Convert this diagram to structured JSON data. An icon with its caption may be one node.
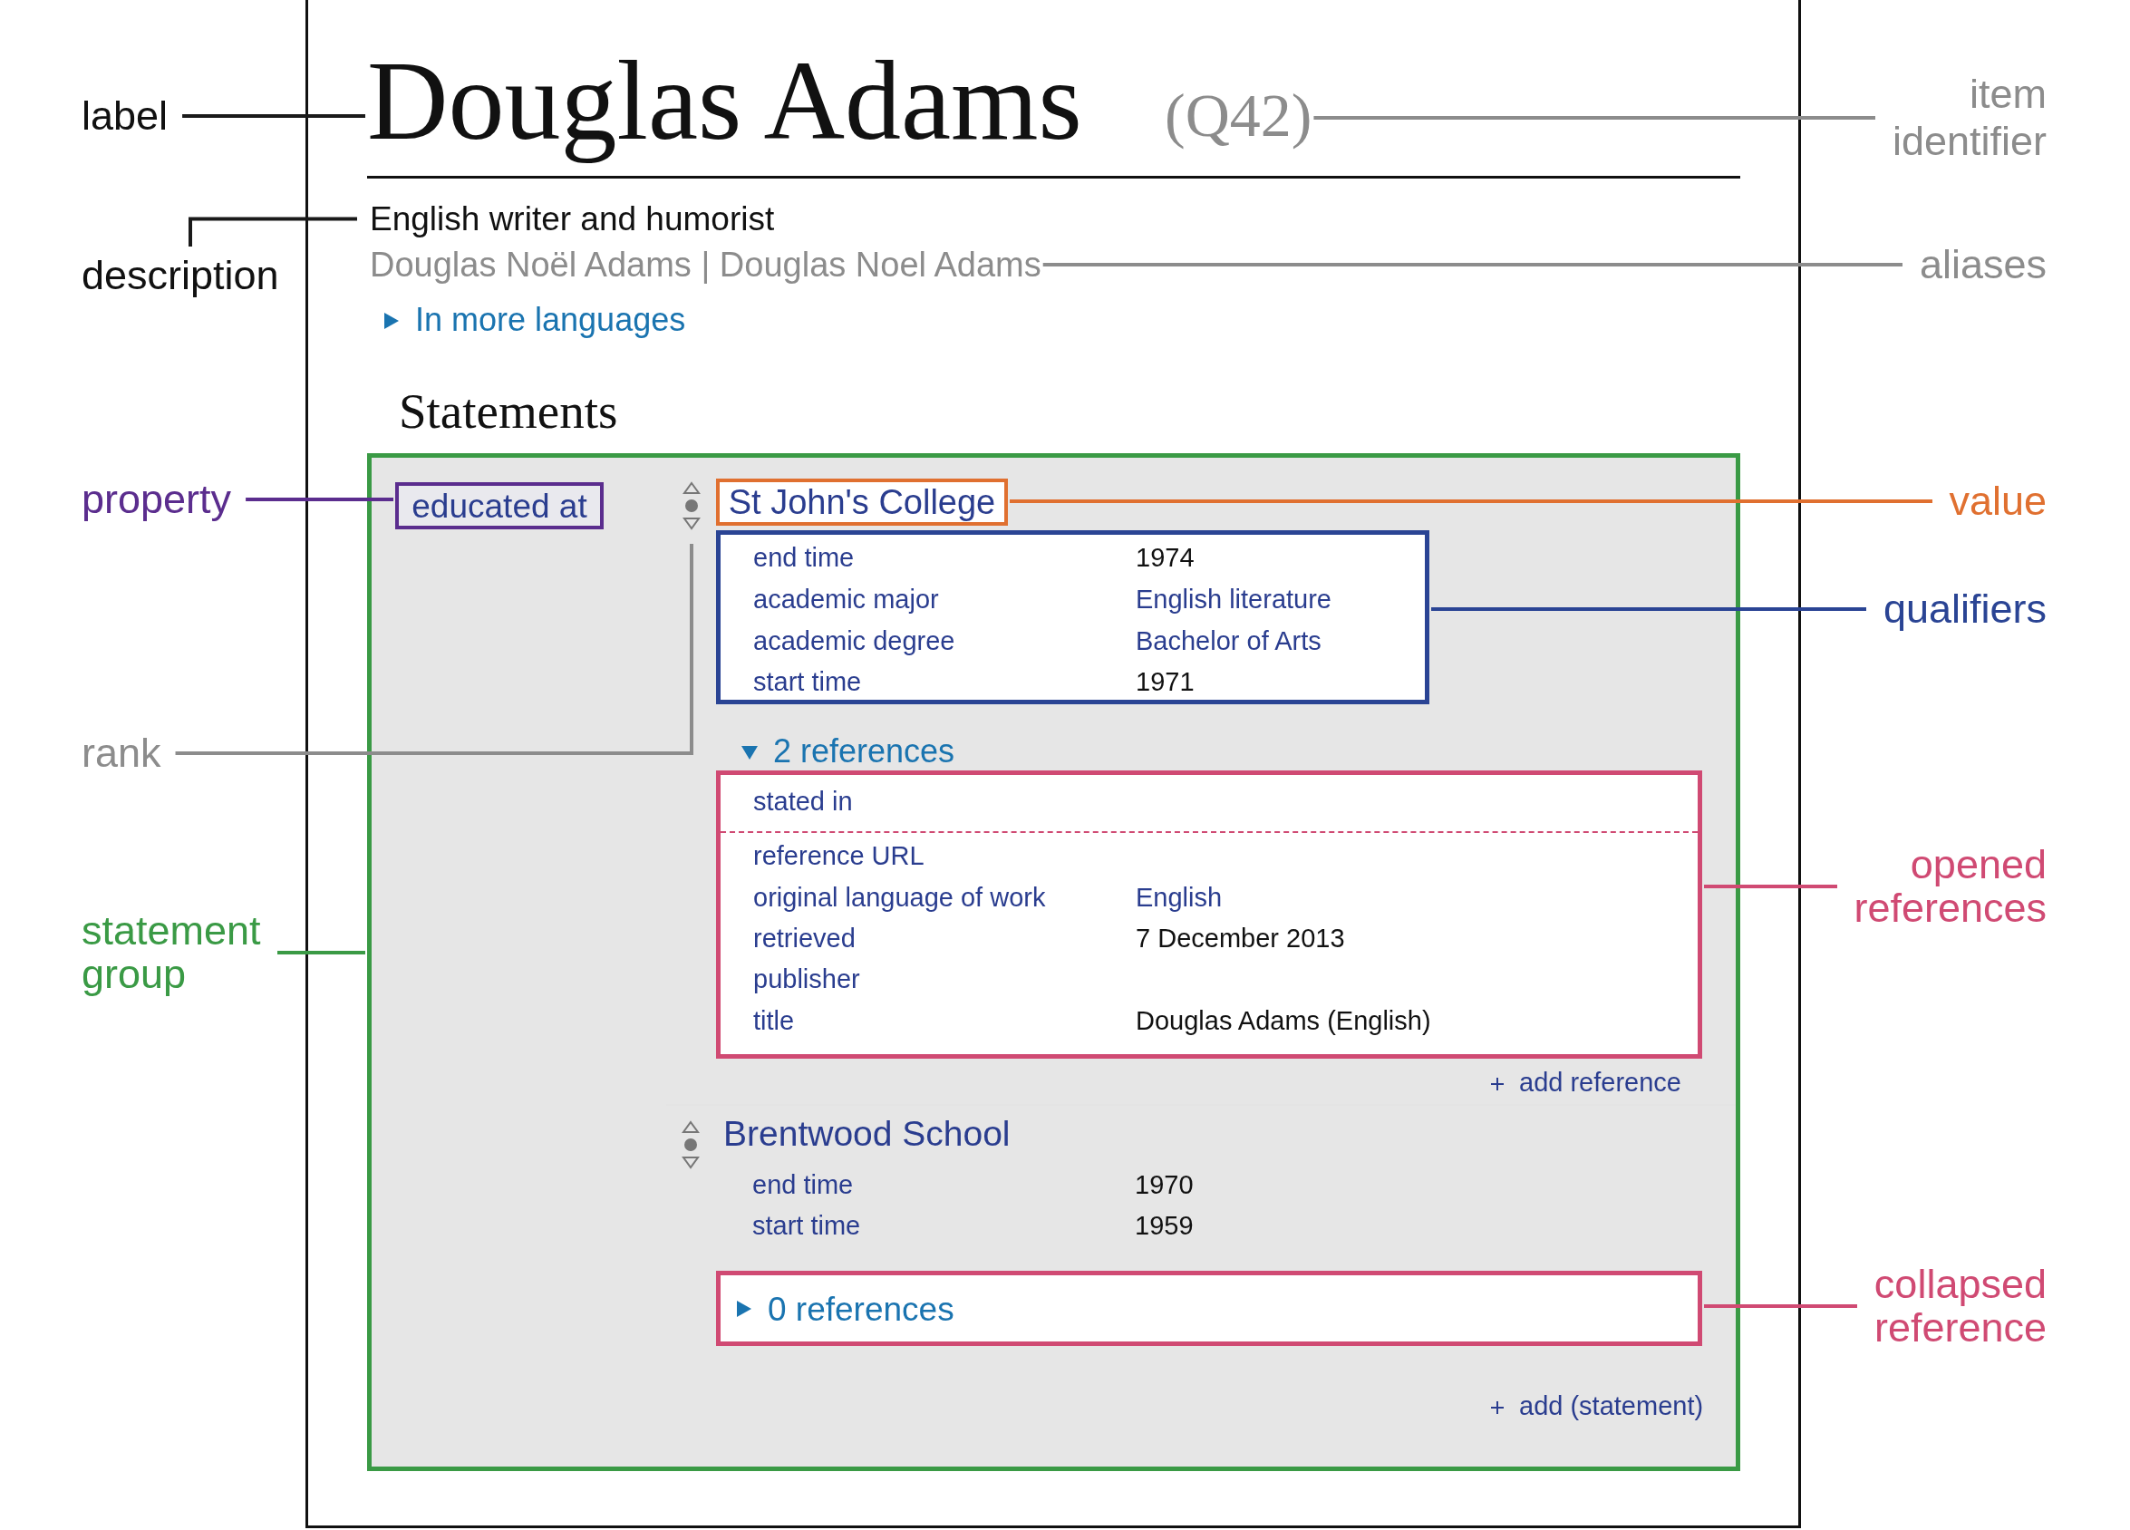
{
  "diagram": {
    "nodes": [
      {
        "text": [
          "label"
        ]
      },
      {
        "text": [
          "Douglas Adams"
        ]
      },
      {
        "text": [
          "(Q42)"
        ]
      },
      {
        "text": [
          "item identifier"
        ]
      },
      {
        "text": [
          "description"
        ]
      },
      {
        "text": [
          "English writer and humorist"
        ]
      },
      {
        "text": [
          "Douglas Noël Adams | Douglas Noel Adams"
        ]
      },
      {
        "text": [
          "aliases"
        ]
      },
      {
        "text": [
          "property"
        ]
      },
      {
        "text": [],
        "shape": "box"
      },
      {
        "text": [
          "educated at"
        ],
        "in": 9
      },
      {
        "text": [
          "value"
        ]
      },
      {
        "text": [
          "St John's College"
        ],
        "in": 9
      },
      {
        "text": [
          "end time",
          "1974",
          "academic major",
          "English literature",
          "academic degree",
          "Bachelor of Arts",
          "start time",
          "1971"
        ],
        "in": 9
      },
      {
        "text": [
          "qualifiers"
        ]
      },
      {
        "text": [
          "rank"
        ]
      },
      {
        "text": [],
        "shape": "picture",
        "in": 9
      },
      {
        "text": [
          "stated in",
          "reference URL",
          "original language of work",
          "English",
          "retrieved",
          "7 December 2013",
          "publisher",
          "title",
          "Douglas Adams (English)"
        ],
        "in": 9
      },
      {
        "text": [
          "opened references"
        ]
      },
      {
        "text": [
          "statement group"
        ]
      },
      {
        "text": [
          "0 references"
        ],
        "in": 9
      },
      {
        "text": [
          "collapsed reference"
        ]
      }
    ],
    "edges": [
      {
        "from": 0,
        "to": 1,
        "arrow": "none",
        "color": "#1a1a1a"
      },
      {
        "from": 3,
        "to": 2,
        "arrow": "none",
        "color": "#8c8c8c"
      },
      {
        "from": 4,
        "to": 5,
        "arrow": "none",
        "color": "#1a1a1a"
      },
      {
        "from": 7,
        "to": 6,
        "arrow": "none",
        "color": "#8c8c8c"
      },
      {
        "from": 8,
        "to": 10,
        "arrow": "none",
        "color": "#5b2d8e"
      },
      {
        "from": 11,
        "to": 12,
        "arrow": "none",
        "color": "#e07030"
      },
      {
        "from": 14,
        "to": 13,
        "arrow": "none",
        "color": "#2a4494"
      },
      {
        "from": 15,
        "to": 16,
        "arrow": "none",
        "color": "#8c8c8c"
      },
      {
        "from": 18,
        "to": 17,
        "arrow": "none",
        "color": "#d04a73"
      },
      {
        "from": 19,
        "to": 9,
        "arrow": "none",
        "color": "#3a9a45"
      },
      {
        "from": 21,
        "to": 20,
        "arrow": "none",
        "color": "#d04a73"
      }
    ],
    "labels": [
      "In more languages",
      "Statements",
      "2 references",
      "add reference",
      "Brentwood School",
      "end time",
      "1970",
      "start time",
      "1959",
      "add (statement)"
    ]
  }
}
